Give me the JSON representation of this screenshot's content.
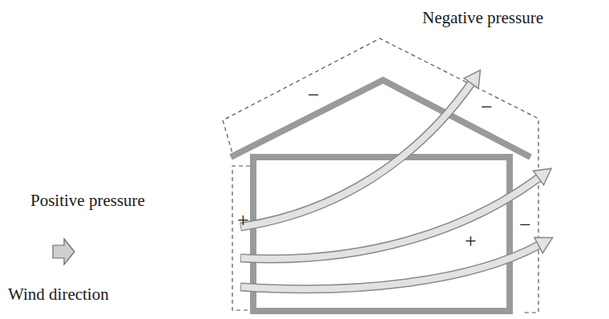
{
  "diagram": {
    "labels": [
      "Negative pressure",
      "−",
      "−",
      "Positive pressure",
      "+",
      "+",
      "−",
      "Wind direction"
    ]
  }
}
